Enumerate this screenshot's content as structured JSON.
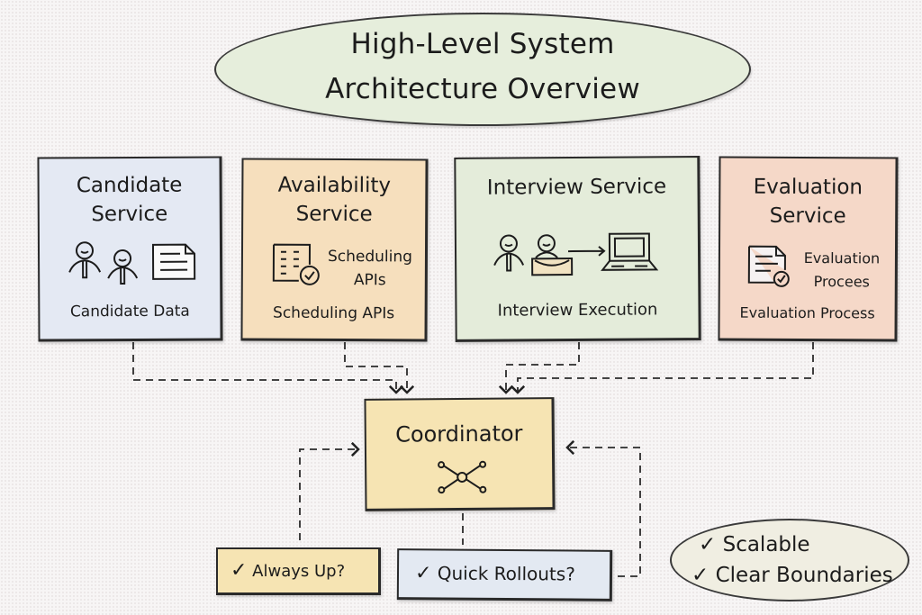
{
  "title": {
    "line1": "High-Level System",
    "line2": "Architecture Overview"
  },
  "services": [
    {
      "title_line1": "Candidate",
      "title_line2": "Service",
      "icons": [
        "person-icon",
        "person-icon",
        "document-icon"
      ],
      "caption": "Candidate Data",
      "color": "#e4e9f3"
    },
    {
      "title_line1": "Availability",
      "title_line2": "Service",
      "icons": [
        "calendar-check-icon"
      ],
      "side_label_line1": "Scheduling",
      "side_label_line2": "APIs",
      "caption": "Scheduling APIs",
      "color": "#f6dfbd"
    },
    {
      "title_line1": "Interview Service",
      "icons": [
        "person-icon",
        "person-at-desk-icon",
        "arrow-right-icon",
        "laptop-icon"
      ],
      "caption": "Interview Execution",
      "color": "#e4ecda"
    },
    {
      "title_line1": "Evaluation",
      "title_line2": "Service",
      "icons": [
        "document-check-icon"
      ],
      "side_label_line1": "Evaluation",
      "side_label_line2": "Procees",
      "caption": "Evaluation Process",
      "color": "#f5d8c8"
    }
  ],
  "coordinator": {
    "label": "Coordinator",
    "icon": "network-hub-icon",
    "color": "#f6e4b3"
  },
  "checks": [
    {
      "check": "✓",
      "label": "Always Up?",
      "color": "#f6e4b3"
    },
    {
      "check": "✓",
      "label": "Quick Rollouts?",
      "color": "#e3e9f2"
    }
  ],
  "summary": {
    "items": [
      {
        "check": "✓",
        "label": "Scalable"
      },
      {
        "check": "✓",
        "label": "Clear Boundaries"
      }
    ]
  }
}
